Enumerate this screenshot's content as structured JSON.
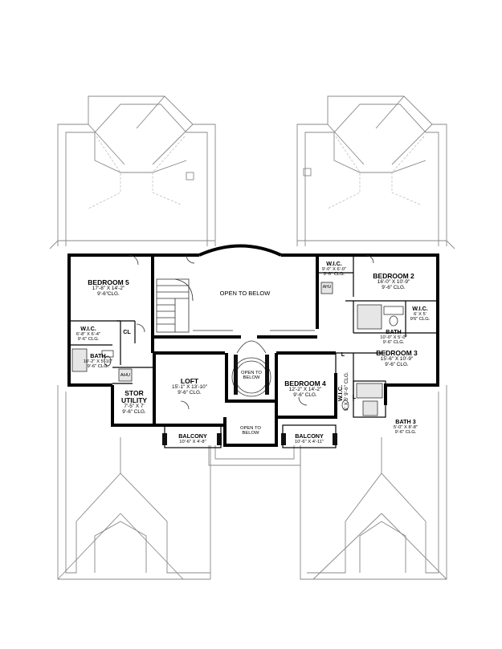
{
  "plan": {
    "rooms": [
      {
        "id": "bedroom5",
        "name": "BEDROOM 5",
        "dims": "17'-8\" X 14'-2\"",
        "clg": "9'-6\"CLG."
      },
      {
        "id": "wic_left",
        "name": "W.I.C.",
        "dims": "6'-8\" X 6'-4\"",
        "clg": "9'-6\" CLG."
      },
      {
        "id": "cl",
        "name": "CL"
      },
      {
        "id": "bath_left",
        "name": "BATH",
        "dims": "10'-2\" X 5'-10\"",
        "clg": "9'-6\" CLG."
      },
      {
        "id": "ahu_left",
        "name": "AHU"
      },
      {
        "id": "stor_utility",
        "name": "STOR",
        "name2": "UTILITY",
        "dims": "7'-5\" X 7'",
        "clg": "9'-6\" CLG."
      },
      {
        "id": "loft",
        "name": "LOFT",
        "dims": "15'-1\" X 13'-10\"",
        "clg": "9'-6\" CLG."
      },
      {
        "id": "open_main",
        "name": "OPEN TO BELOW"
      },
      {
        "id": "open_dome",
        "name": "OPEN TO",
        "name2": "BELOW"
      },
      {
        "id": "open_entry",
        "name": "OPEN TO",
        "name2": "BELOW"
      },
      {
        "id": "bedroom4",
        "name": "BEDROOM 4",
        "dims": "12'-2\" X 14'-2\"",
        "clg": "9'-6\" CLG."
      },
      {
        "id": "balcony_left",
        "name": "BALCONY",
        "dims": "10'-6\" X 4'-8\""
      },
      {
        "id": "balcony_right",
        "name": "BALCONY",
        "dims": "10'-6\" X 4'-11\""
      },
      {
        "id": "wic_top",
        "name": "W.I.C.",
        "dims": "9'-0\" X 6'-0\"",
        "clg": "9'-6\" CLG."
      },
      {
        "id": "ahu_right",
        "name": "AHU"
      },
      {
        "id": "bedroom2",
        "name": "BEDROOM 2",
        "dims": "16'-0\" X 10'-9\"",
        "clg": "9'-6\" CLG."
      },
      {
        "id": "wic_small",
        "name": "W.I.C.",
        "dims": "6' X 5'",
        "clg": "9'6\" CLG."
      },
      {
        "id": "bath_mid",
        "name": "BATH",
        "dims": "10'-0\" X 5'-0\"",
        "clg": "9'-6\" CLG."
      },
      {
        "id": "bedroom3",
        "name": "BEDROOM 3",
        "dims": "15'-6\" X 10'-9\"",
        "clg": "9'-6\" CLG."
      },
      {
        "id": "wic_vert",
        "name": "W.I.C.",
        "dims": "5' X 5'",
        "clg": "9'-6\" CLG."
      },
      {
        "id": "l1",
        "name": "L"
      },
      {
        "id": "l2",
        "name": "L"
      },
      {
        "id": "bath3",
        "name": "BATH 3",
        "dims": "5'-0\" X 8'-8\"",
        "clg": "9'-6\" CLG."
      }
    ]
  }
}
